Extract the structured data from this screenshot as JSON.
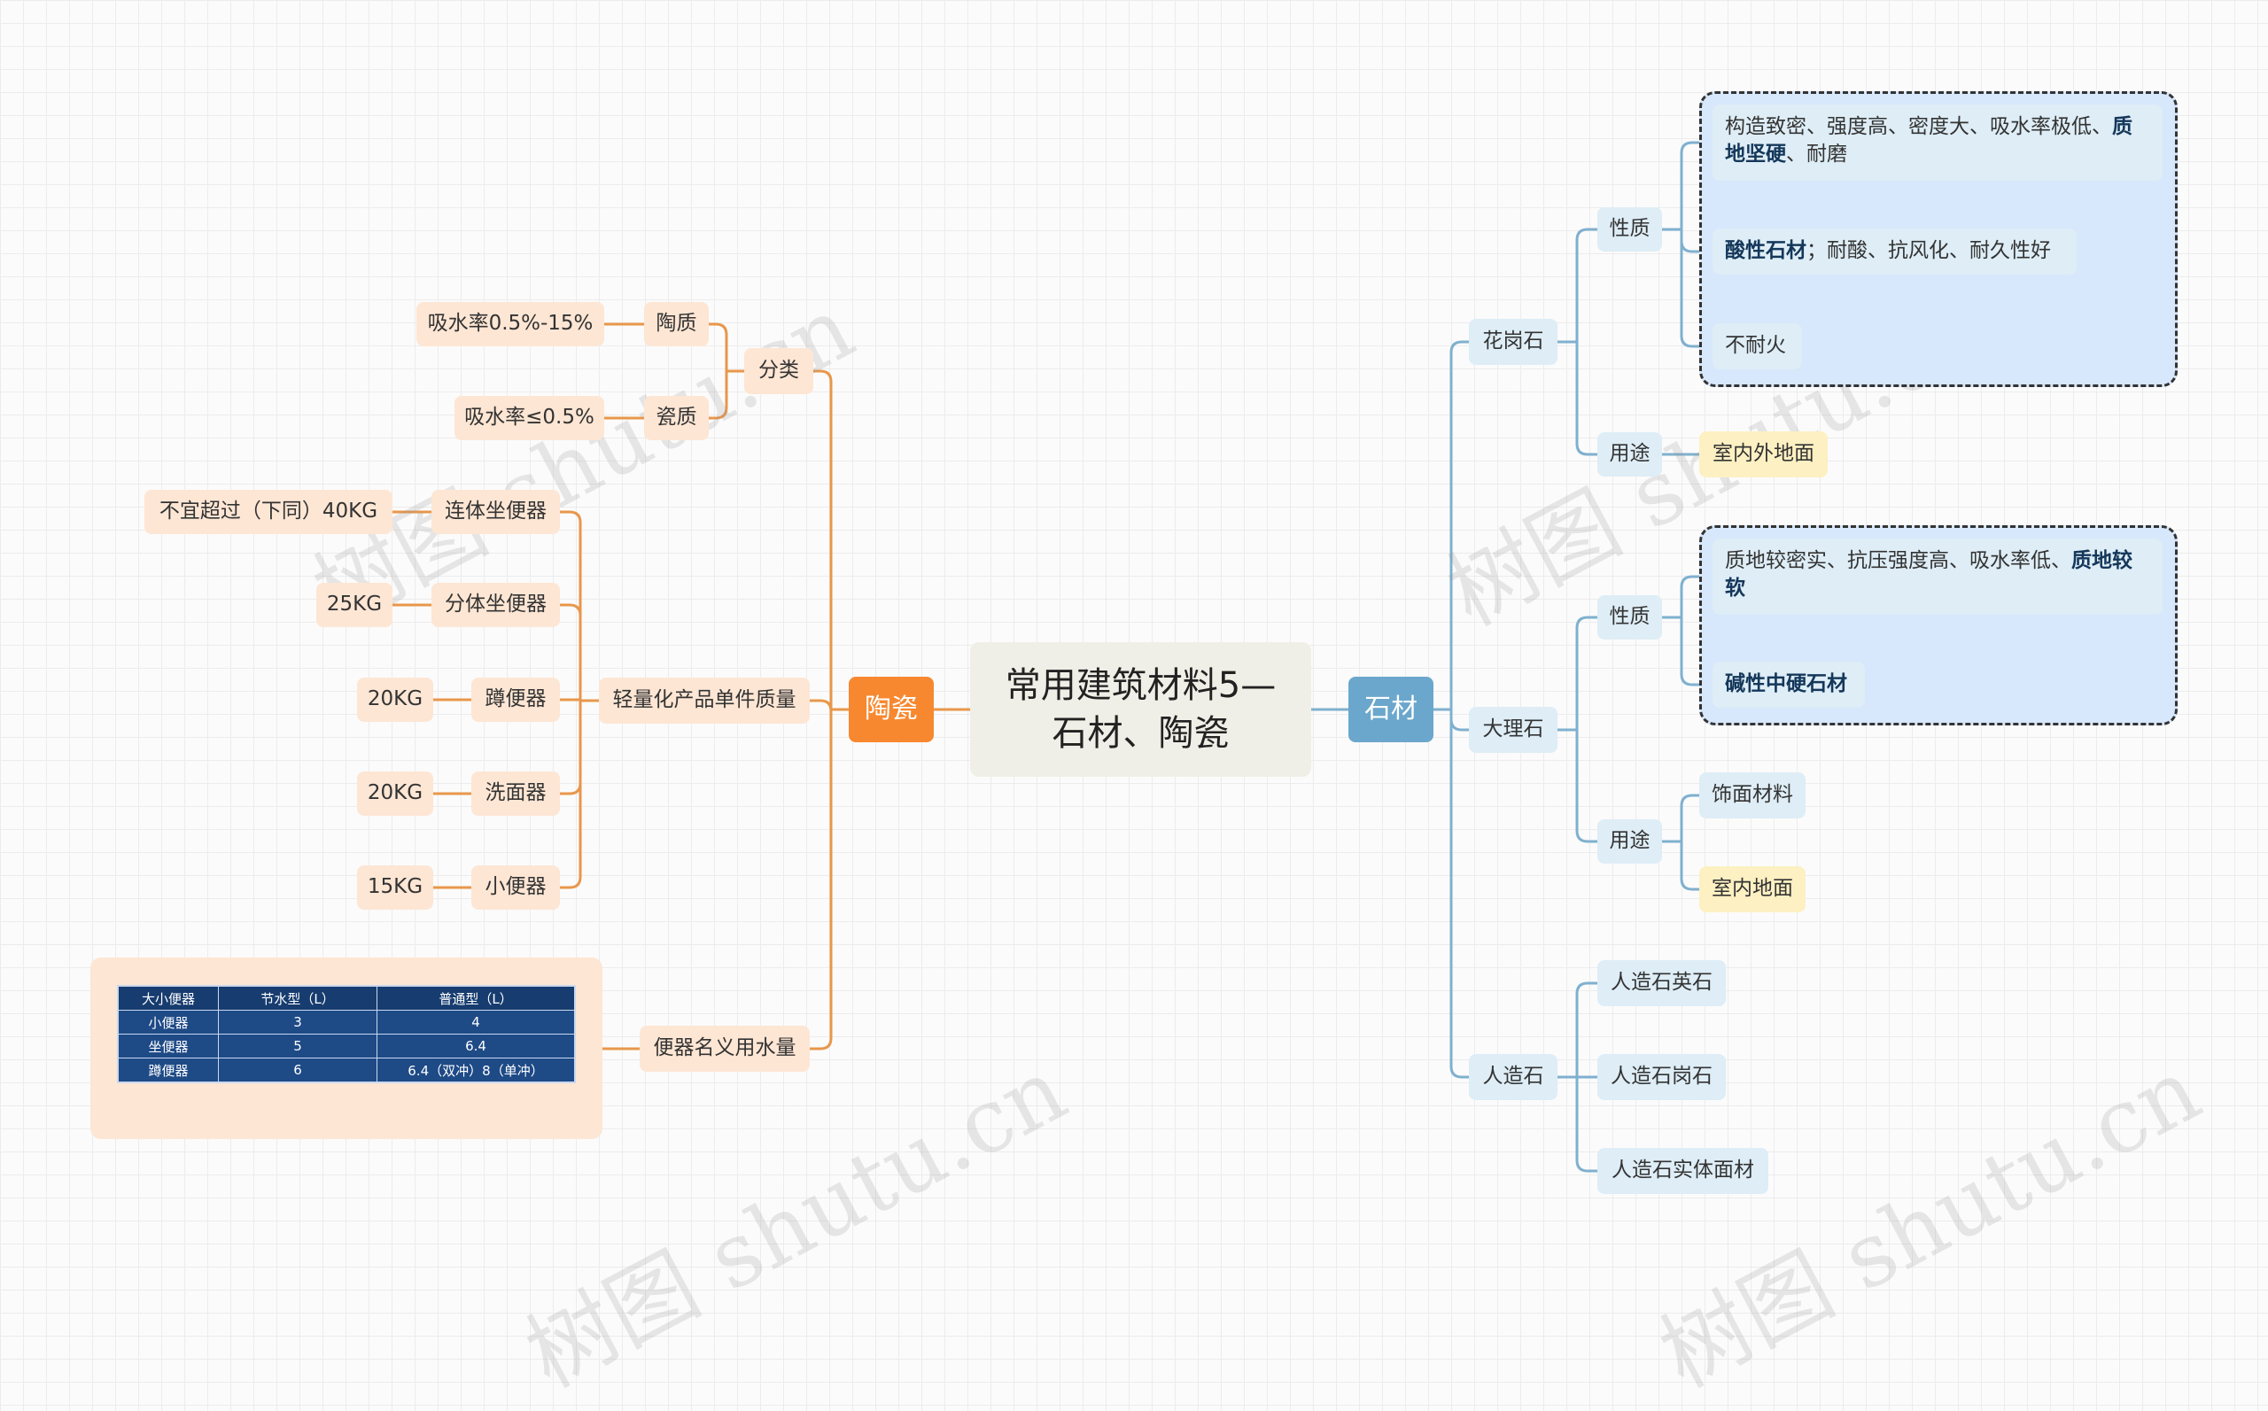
{
  "root": {
    "line1": "常用建筑材料5—",
    "line2": "石材、陶瓷"
  },
  "ceramics": {
    "label": "陶瓷",
    "classification": {
      "label": "分类",
      "items": [
        {
          "label": "陶质",
          "detail": "吸水率0.5%-15%"
        },
        {
          "label": "瓷质",
          "detail": "吸水率≤0.5%"
        }
      ]
    },
    "weight": {
      "label": "轻量化产品单件质量",
      "items": [
        {
          "label": "连体坐便器",
          "detail": "不宜超过（下同）40KG"
        },
        {
          "label": "分体坐便器",
          "detail": "25KG"
        },
        {
          "label": "蹲便器",
          "detail": "20KG"
        },
        {
          "label": "洗面器",
          "detail": "20KG"
        },
        {
          "label": "小便器",
          "detail": "15KG"
        }
      ]
    },
    "water": {
      "label": "便器名义用水量",
      "table": {
        "headers": [
          "大小便器",
          "节水型（L）",
          "普通型（L）"
        ],
        "rows": [
          [
            "小便器",
            "3",
            "4"
          ],
          [
            "坐便器",
            "5",
            "6.4"
          ],
          [
            "蹲便器",
            "6",
            "6.4（双冲）8（单冲）"
          ]
        ]
      }
    }
  },
  "stone": {
    "label": "石材",
    "granite": {
      "label": "花岗石",
      "property_label": "性质",
      "properties": {
        "p1_text": "构造致密、强度高、密度大、吸水率极低、",
        "p1_bold": "质地坚硬",
        "p1_tail": "、耐磨",
        "p2_bold": "酸性石材",
        "p2_tail": "；耐酸、抗风化、耐久性好",
        "p3": "不耐火"
      },
      "use_label": "用途",
      "use": "室内外地面"
    },
    "marble": {
      "label": "大理石",
      "property_label": "性质",
      "properties": {
        "p1_text": "质地较密实、抗压强度高、吸水率低、",
        "p1_bold": "质地较软",
        "p2_bold": "碱性中硬石材"
      },
      "use_label": "用途",
      "uses": [
        "饰面材料",
        "室内地面"
      ]
    },
    "artificial": {
      "label": "人造石",
      "items": [
        "人造石英石",
        "人造石岗石",
        "人造石实体面材"
      ]
    }
  },
  "watermark": "树图 shutu.cn",
  "colors": {
    "orange": "#f7882f",
    "blue": "#6ba7cc",
    "orange_line": "#e8974b",
    "blue_line": "#7fb0cf"
  }
}
